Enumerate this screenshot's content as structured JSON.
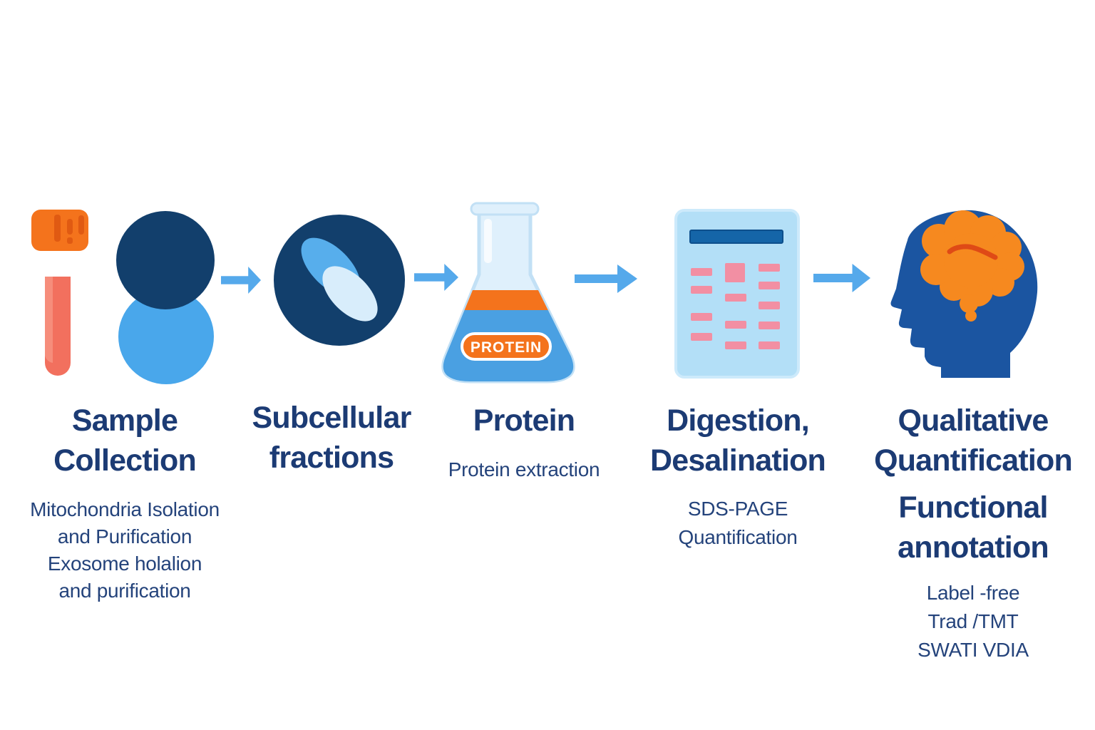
{
  "colors": {
    "background": "#ffffff",
    "heading_navy": "#1c3b74",
    "subtext_navy": "#24437b",
    "arrow_blue": "#55a9eb",
    "dark_navy_circle": "#123f6c",
    "light_blue_circle": "#49a7eb",
    "label_orange": "#f4731c",
    "label_orange_dark": "#e05a12",
    "test_tube_salmon": "#f2705e",
    "test_tube_highlight": "#f68d7b",
    "organelle_blue": "#57aeec",
    "organelle_pale": "#d8edfb",
    "flask_body": "#dff0fc",
    "flask_outline": "#c2e0f5",
    "flask_liquid_blue": "#4aa0e2",
    "gel_background": "#b3dff7",
    "gel_top_bar": "#1565a8",
    "gel_band_pink": "#f28fa3",
    "head_blue": "#1b55a1",
    "brain_orange": "#f6891f",
    "brain_squiggle": "#df4a16"
  },
  "flask_badge": "PROTEIN",
  "icons": {
    "step1": "test-tube-and-person-icon",
    "step2": "cell-organelle-icon",
    "step3": "flask-icon",
    "step4": "electrophoresis-gel-icon",
    "step5": "head-brain-icon",
    "connector": "arrow-right-icon"
  },
  "steps": [
    {
      "title_line1": "Sample",
      "title_line2": "Collection",
      "subtitle_lines": [
        "Mitochondria Isolation",
        "and Purification",
        "Exosome holalion",
        "and purification"
      ]
    },
    {
      "title_line1": "Subcellular",
      "title_line2": "fractions",
      "subtitle_lines": []
    },
    {
      "title_line1": "Protein",
      "subtitle_lines": [
        "Protein extraction"
      ]
    },
    {
      "title_line1": "Digestion,",
      "title_line2": "Desalination",
      "subtitle_lines": [
        "SDS-PAGE",
        "Quantification"
      ]
    },
    {
      "title_line1": "Qualitative",
      "title_line2": "Quantification",
      "title_line3": "Functional",
      "title_line4": "annotation",
      "subtitle_lines": [
        "Label -free",
        "Trad /TMT",
        "SWATI VDIA"
      ]
    }
  ]
}
